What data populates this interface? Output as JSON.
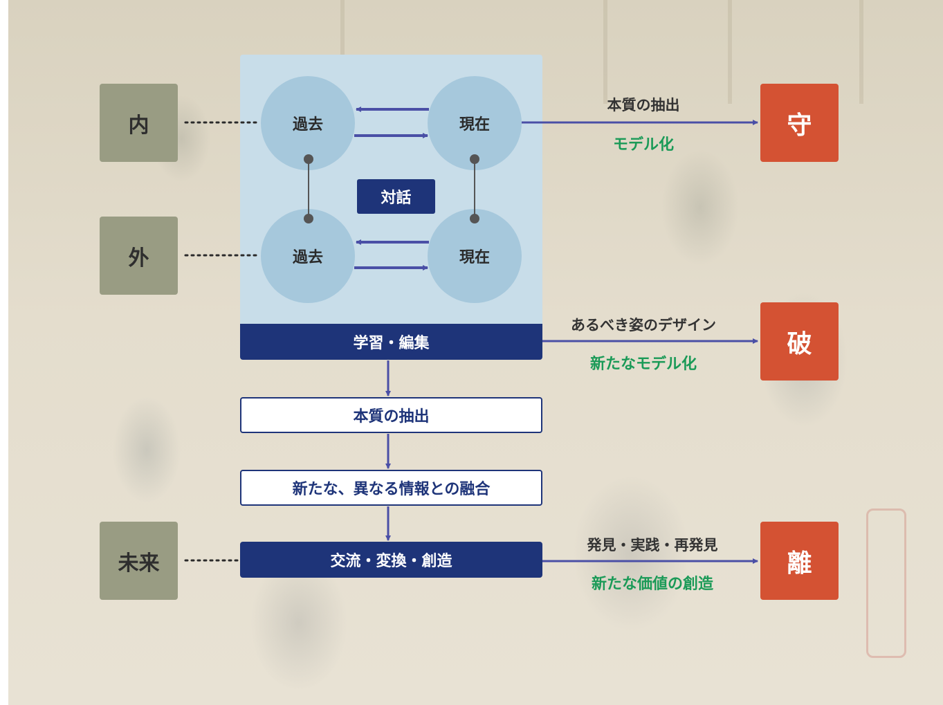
{
  "left_labels": {
    "inner": "内",
    "outer": "外",
    "future": "未来"
  },
  "panel": {
    "top_left": "過去",
    "top_right": "現在",
    "bottom_left": "過去",
    "bottom_right": "現在",
    "dialogue": "対話",
    "footer": "学習・編集"
  },
  "flow": {
    "step1": "本質の抽出",
    "step2": "新たな、異なる情報との融合",
    "step3": "交流・変換・創造"
  },
  "right": {
    "shu": {
      "char": "守",
      "top_label": "本質の抽出",
      "bottom_label": "モデル化"
    },
    "ha": {
      "char": "破",
      "top_label": "あるべき姿のデザイン",
      "bottom_label": "新たなモデル化"
    },
    "ri": {
      "char": "離",
      "top_label": "発見・実践・再発見",
      "bottom_label": "新たな価値の創造"
    }
  },
  "colors": {
    "navy": "#1e3479",
    "arrow": "#4a4fa6",
    "red": "#d45233",
    "gray": "#999c83",
    "green": "#1a9a57",
    "panel": "#c8dde9",
    "circle": "#a6c8dc"
  }
}
